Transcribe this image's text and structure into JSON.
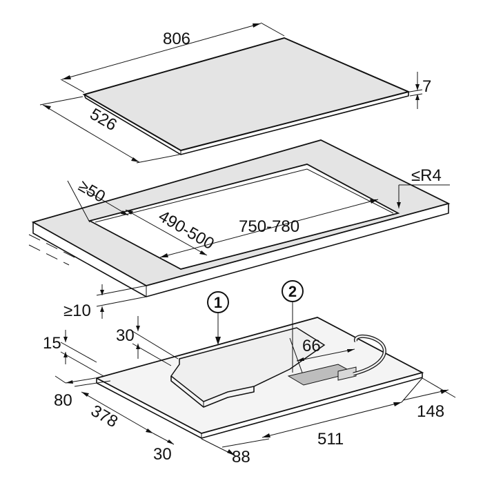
{
  "colors": {
    "panel": "#e4e4e4",
    "module": "#efefef",
    "stroke": "#111111",
    "connector": "#bdbdbd"
  },
  "hob": {
    "length": "806",
    "depth": "526",
    "thickness": "7"
  },
  "cutout": {
    "front_min": "≥50",
    "depth_range": "490-500",
    "width_range": "750-780",
    "corner_radius": "≤R4",
    "worktop_thickness": "≥10"
  },
  "base": {
    "callout_1": "1",
    "callout_2": "2",
    "dims": {
      "d30_top": "30",
      "d15": "15",
      "d66": "66",
      "d80": "80",
      "d378": "378",
      "d30_bottom": "30",
      "d88": "88",
      "d511": "511",
      "d148": "148"
    }
  }
}
